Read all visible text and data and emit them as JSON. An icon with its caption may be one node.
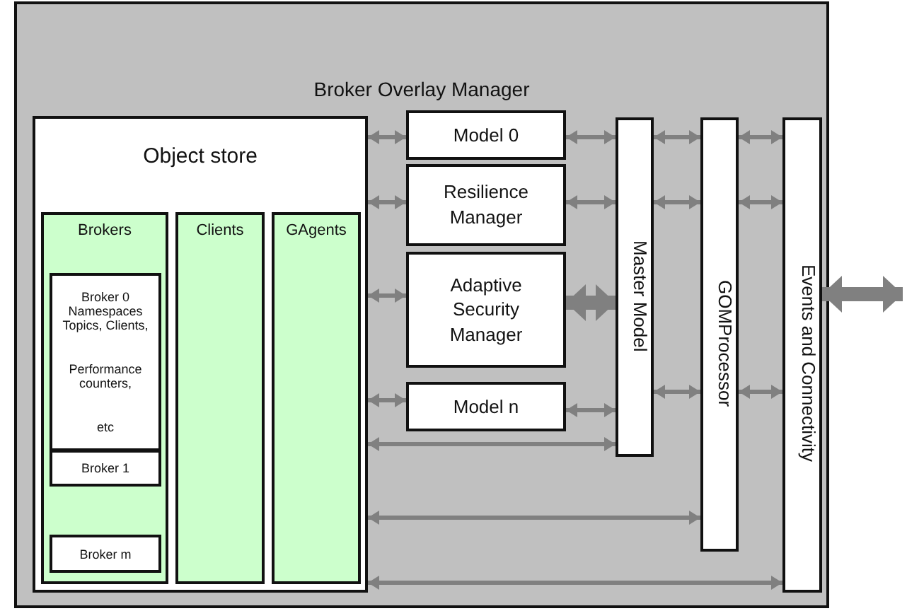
{
  "diagram": {
    "nodes": [
      {
        "text": [
          "Broker Overlay Manager"
        ]
      },
      {
        "text": [
          "Object store"
        ],
        "in": 0
      },
      {
        "text": [
          "Brokers"
        ],
        "in": 1
      },
      {
        "text": [
          "Broker 0 Namespaces Topics, Clients,",
          "Performance counters,",
          "etc"
        ],
        "in": 2
      },
      {
        "text": [
          "Broker 1"
        ],
        "in": 2
      },
      {
        "text": [
          "Broker m"
        ],
        "in": 2
      },
      {
        "text": [
          "Clients"
        ],
        "in": 1
      },
      {
        "text": [
          "GAgents"
        ],
        "in": 1
      },
      {
        "text": [
          "Model 0"
        ],
        "in": 0
      },
      {
        "text": [
          "Resilience Manager"
        ],
        "in": 0
      },
      {
        "text": [
          "Adaptive Security Manager"
        ],
        "in": 0
      },
      {
        "text": [
          "Model n"
        ],
        "in": 0
      },
      {
        "text": [
          "Master Model"
        ],
        "in": 0
      },
      {
        "text": [
          "GOMProcessor"
        ],
        "in": 0
      },
      {
        "text": [
          "Events and Connectivity"
        ],
        "in": 0
      }
    ],
    "edges": [
      {
        "from": 1,
        "to": 8,
        "arrow": "both"
      },
      {
        "from": 1,
        "to": 9,
        "arrow": "both"
      },
      {
        "from": 1,
        "to": 10,
        "arrow": "both"
      },
      {
        "from": 1,
        "to": 11,
        "arrow": "both"
      },
      {
        "from": 8,
        "to": 12,
        "arrow": "both"
      },
      {
        "from": 9,
        "to": 12,
        "arrow": "both"
      },
      {
        "from": 10,
        "to": 12,
        "arrow": "both",
        "style": "thick"
      },
      {
        "from": 11,
        "to": 12,
        "arrow": "both"
      },
      {
        "from": 1,
        "to": 12,
        "arrow": "both"
      },
      {
        "from": 1,
        "to": 13,
        "arrow": "both"
      },
      {
        "from": 1,
        "to": 14,
        "arrow": "both"
      },
      {
        "from": 12,
        "to": 13,
        "arrow": "both"
      },
      {
        "from": 12,
        "to": 13,
        "arrow": "both"
      },
      {
        "from": 12,
        "to": 13,
        "arrow": "both"
      },
      {
        "from": 13,
        "to": 14,
        "arrow": "both"
      },
      {
        "from": 13,
        "to": 14,
        "arrow": "both"
      },
      {
        "from": 13,
        "to": 14,
        "arrow": "both"
      },
      {
        "from": 14,
        "to": null,
        "arrow": "both",
        "style": "thick"
      }
    ]
  }
}
